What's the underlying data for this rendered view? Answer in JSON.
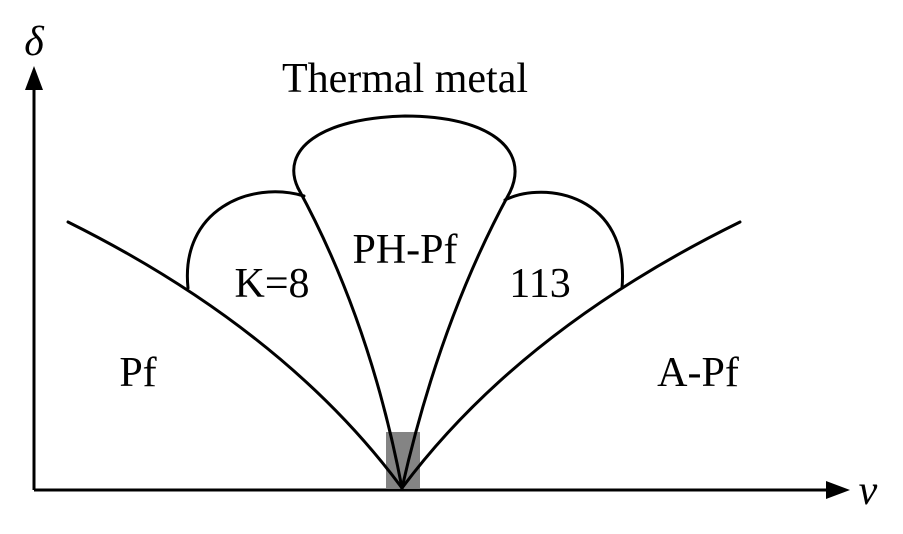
{
  "axes": {
    "x_label": "v",
    "y_label": "δ"
  },
  "regions": {
    "top": "Thermal metal",
    "k8": "K=8",
    "ph_pf": "PH-Pf",
    "r113": "113",
    "pf": "Pf",
    "a_pf": "A-Pf"
  },
  "colors": {
    "lines": "#000000",
    "critical_point": "#6e6e6e",
    "background": "#ffffff"
  }
}
